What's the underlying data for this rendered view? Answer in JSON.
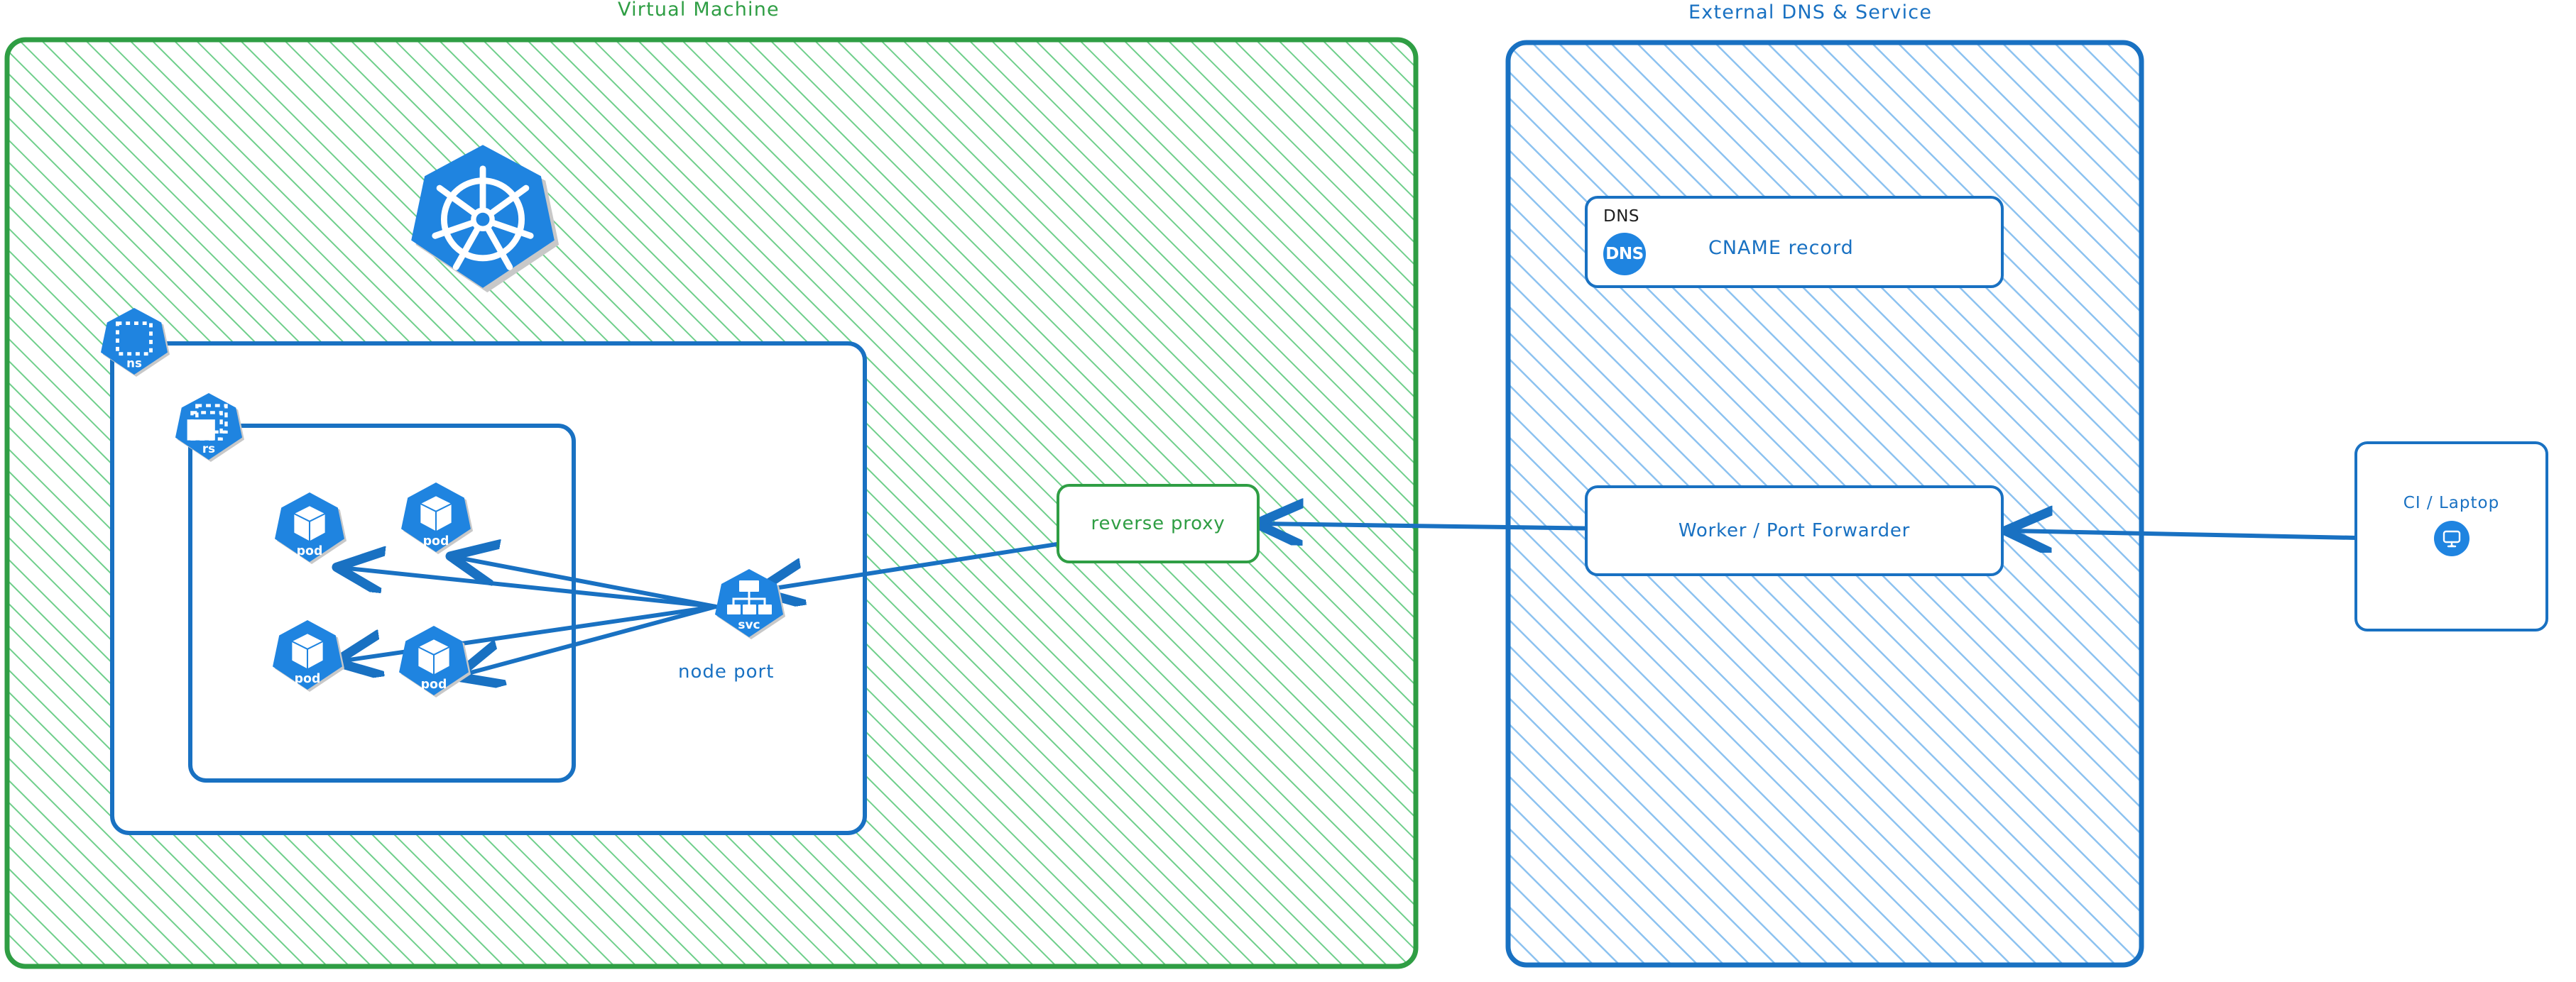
{
  "diagram": {
    "title_vm": "Virtual Machine",
    "title_ext": "External DNS & Service"
  },
  "vm_group": {
    "label": "Virtual Machine",
    "accent": "#2f9e44",
    "hatch": "#6fcf8b",
    "namespace_box": {
      "icon_label": "ns"
    },
    "replicaset_box": {
      "icon_label": "rs"
    },
    "k8s_logo": {
      "icon_label": "kubernetes-logo"
    },
    "pods": [
      {
        "label": "pod"
      },
      {
        "label": "pod"
      },
      {
        "label": "pod"
      },
      {
        "label": "pod"
      }
    ],
    "service": {
      "icon_label": "svc",
      "caption": "node port"
    },
    "reverse_proxy": {
      "label": "reverse proxy"
    }
  },
  "ext_group": {
    "label": "External DNS & Service",
    "accent": "#1971c2",
    "hatch": "#8cc2f0",
    "dns_card": {
      "tag": "DNS",
      "badge": "DNS",
      "label": "CNAME record"
    },
    "worker_card": {
      "label": "Worker / Port Forwarder"
    }
  },
  "client": {
    "label": "CI / Laptop",
    "icon": "desktop-monitor-icon"
  },
  "colors": {
    "green_border": "#2f9e44",
    "green_hatch": "#6fcf8b",
    "blue_border": "#1971c2",
    "blue_hatch": "#8cc2f0",
    "k8s_blue": "#1f84e0",
    "arrow": "#1971c2",
    "ink": "#1e1e1e"
  }
}
